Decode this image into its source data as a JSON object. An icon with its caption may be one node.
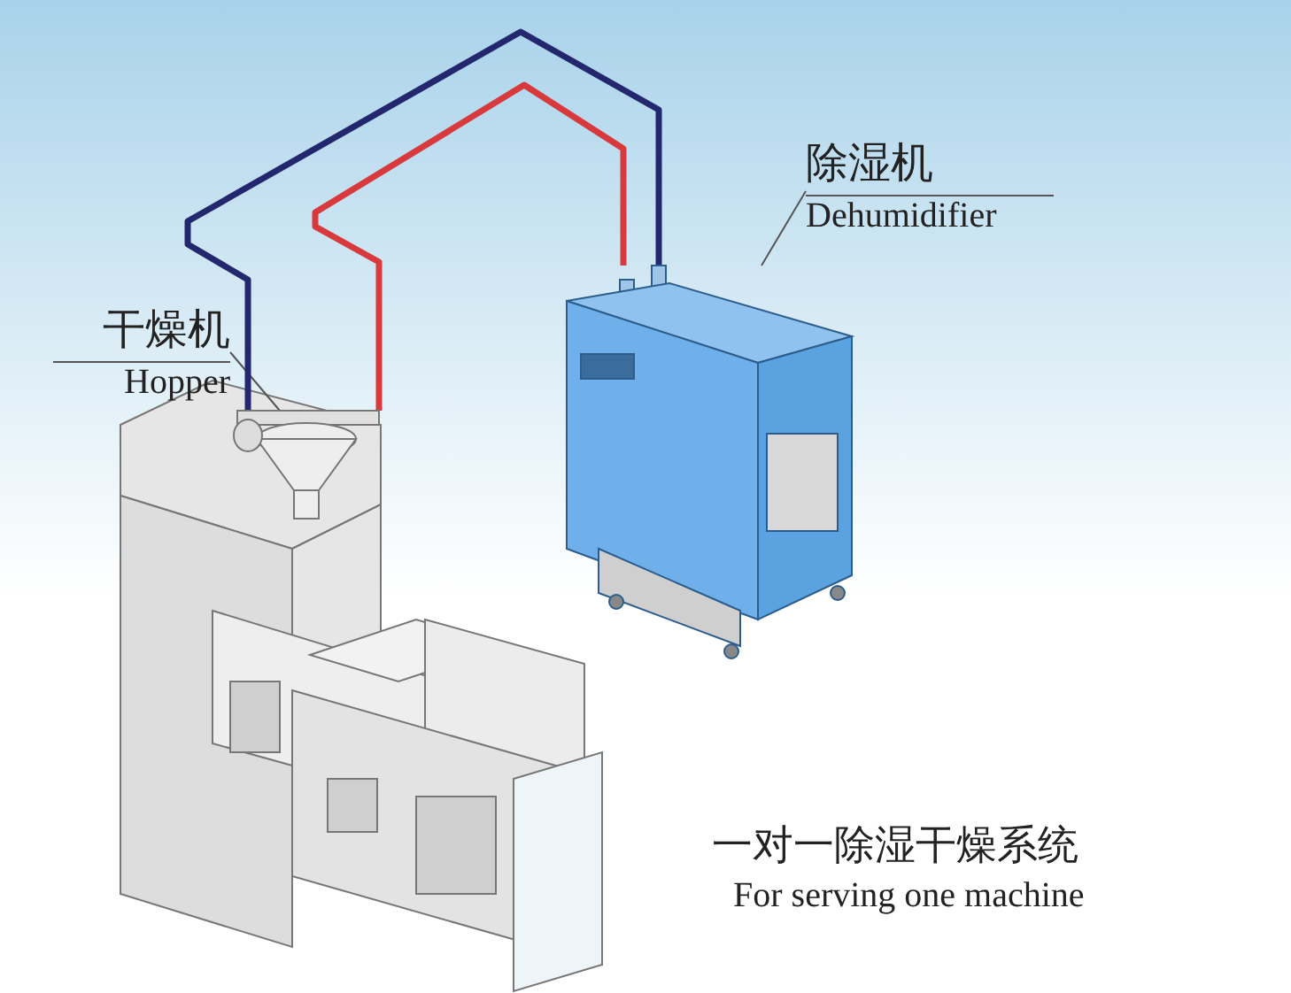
{
  "diagram": {
    "nodes": [
      {
        "text": [
          "除湿机",
          "Dehumidifier"
        ]
      },
      {
        "text": [],
        "shape": "picture"
      },
      {
        "text": [
          "干燥机",
          "Hopper"
        ]
      },
      {
        "text": [],
        "shape": "picture"
      }
    ],
    "edges": [
      {
        "from": 0,
        "to": 1,
        "arrow": "none"
      },
      {
        "from": 2,
        "to": 3,
        "arrow": "none"
      },
      {
        "from": 1,
        "to": 3,
        "arrow": "none",
        "color": "#23276e",
        "style": "thick"
      },
      {
        "from": 1,
        "to": 3,
        "arrow": "none",
        "color": "#d8393c",
        "style": "thick"
      }
    ],
    "labels": [
      "一对一除湿干燥系统",
      "For serving one machine"
    ]
  }
}
